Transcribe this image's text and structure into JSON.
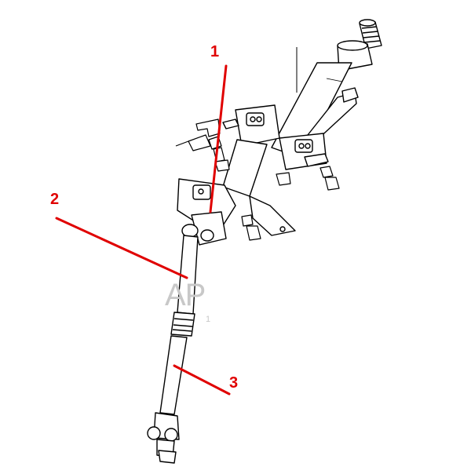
{
  "callouts": [
    {
      "label": "1",
      "part": "steering-column"
    },
    {
      "label": "2",
      "part": "intermediate-shaft-upper"
    },
    {
      "label": "3",
      "part": "intermediate-shaft-lower"
    }
  ],
  "watermark": {
    "text": "AP",
    "sub": "1"
  },
  "colors": {
    "callout": "#e00000",
    "line_art": "#000000",
    "watermark": "#c8c8c8"
  }
}
